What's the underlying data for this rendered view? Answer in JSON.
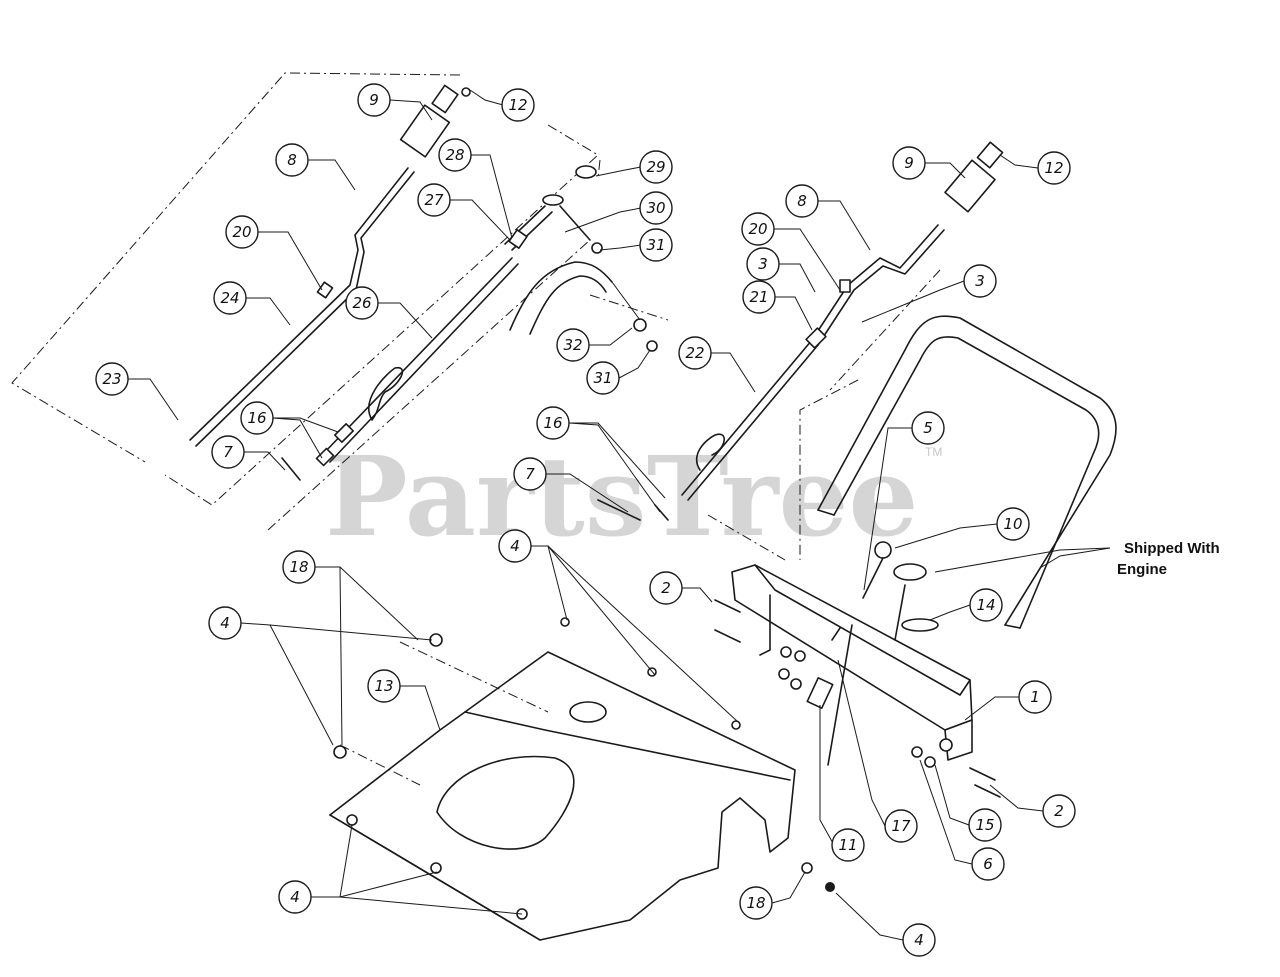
{
  "watermark": {
    "text": "PartsTree",
    "trademark": "TM"
  },
  "shipped_note": {
    "line1": "Shipped With",
    "line2": "Engine"
  },
  "callouts": [
    {
      "id": "c-9a",
      "label": "9"
    },
    {
      "id": "c-12a",
      "label": "12"
    },
    {
      "id": "c-8a",
      "label": "8"
    },
    {
      "id": "c-28",
      "label": "28"
    },
    {
      "id": "c-29",
      "label": "29"
    },
    {
      "id": "c-27",
      "label": "27"
    },
    {
      "id": "c-30",
      "label": "30"
    },
    {
      "id": "c-31a",
      "label": "31"
    },
    {
      "id": "c-20a",
      "label": "20"
    },
    {
      "id": "c-24",
      "label": "24"
    },
    {
      "id": "c-26",
      "label": "26"
    },
    {
      "id": "c-32",
      "label": "32"
    },
    {
      "id": "c-31b",
      "label": "31"
    },
    {
      "id": "c-23",
      "label": "23"
    },
    {
      "id": "c-16a",
      "label": "16"
    },
    {
      "id": "c-7a",
      "label": "7"
    },
    {
      "id": "c-9b",
      "label": "9"
    },
    {
      "id": "c-12b",
      "label": "12"
    },
    {
      "id": "c-8b",
      "label": "8"
    },
    {
      "id": "c-20b",
      "label": "20"
    },
    {
      "id": "c-3a",
      "label": "3"
    },
    {
      "id": "c-3b",
      "label": "3"
    },
    {
      "id": "c-21",
      "label": "21"
    },
    {
      "id": "c-22",
      "label": "22"
    },
    {
      "id": "c-16b",
      "label": "16"
    },
    {
      "id": "c-7b",
      "label": "7"
    },
    {
      "id": "c-5",
      "label": "5"
    },
    {
      "id": "c-10",
      "label": "10"
    },
    {
      "id": "c-4a",
      "label": "4"
    },
    {
      "id": "c-18a",
      "label": "18"
    },
    {
      "id": "c-2a",
      "label": "2"
    },
    {
      "id": "c-14",
      "label": "14"
    },
    {
      "id": "c-4b",
      "label": "4"
    },
    {
      "id": "c-13",
      "label": "13"
    },
    {
      "id": "c-1",
      "label": "1"
    },
    {
      "id": "c-2b",
      "label": "2"
    },
    {
      "id": "c-15",
      "label": "15"
    },
    {
      "id": "c-17",
      "label": "17"
    },
    {
      "id": "c-11",
      "label": "11"
    },
    {
      "id": "c-6",
      "label": "6"
    },
    {
      "id": "c-4c",
      "label": "4"
    },
    {
      "id": "c-18b",
      "label": "18"
    },
    {
      "id": "c-4d",
      "label": "4"
    }
  ]
}
